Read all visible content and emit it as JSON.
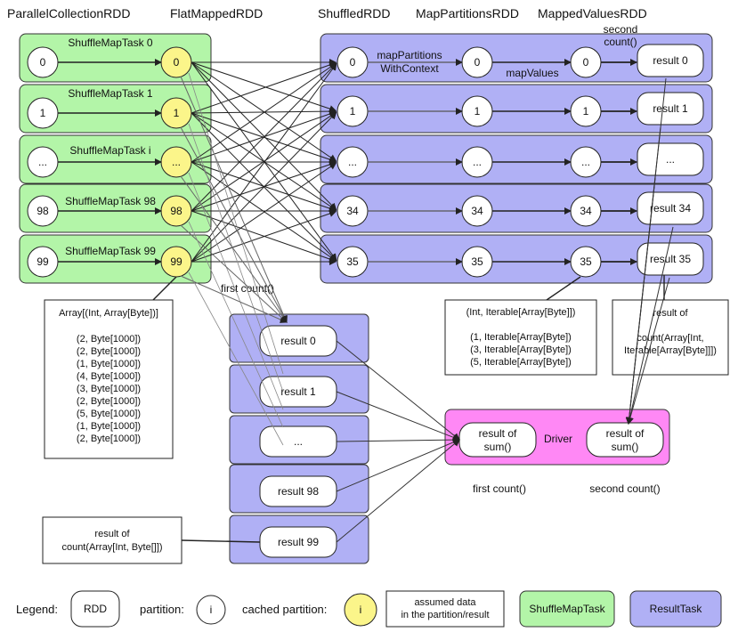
{
  "headers": {
    "parallel": "ParallelCollectionRDD",
    "flatmapped": "FlatMappedRDD",
    "shuffled": "ShuffledRDD",
    "mappartitions": "MapPartitionsRDD",
    "mappedvalues": "MappedValuesRDD"
  },
  "map_tasks": [
    {
      "label": "ShuffleMapTask 0",
      "partition": "0"
    },
    {
      "label": "ShuffleMapTask 1",
      "partition": "1"
    },
    {
      "label": "ShuffleMapTask i",
      "partition": "..."
    },
    {
      "label": "ShuffleMapTask 98",
      "partition": "98"
    },
    {
      "label": "ShuffleMapTask 99",
      "partition": "99"
    }
  ],
  "reduce_partitions": [
    "0",
    "1",
    "...",
    "34",
    "35"
  ],
  "second_results": [
    "result 0",
    "result 1",
    "...",
    "result 34",
    "result 35"
  ],
  "edge_labels": {
    "map_partitions_1": "mapPartitions",
    "map_partitions_2": "WithContext",
    "map_values": "mapValues",
    "second_count_1": "second",
    "second_count_2": "count()",
    "first_count": "first count()"
  },
  "first_results": [
    "result 0",
    "result 1",
    "...",
    "result 98",
    "result 99"
  ],
  "notes": {
    "array_data": [
      "Array[(Int, Array[Byte])]",
      "(2, Byte[1000])",
      "(2, Byte[1000])",
      "(1, Byte[1000])",
      "(4, Byte[1000])",
      "(3, Byte[1000])",
      "(2, Byte[1000])",
      "(5, Byte[1000])",
      "(1, Byte[1000])",
      "(2, Byte[1000])"
    ],
    "iterable_data": [
      "(Int, Iterable[Array[Byte]])",
      "(1, Iterable[Array[Byte])",
      "(3, Iterable[Array[Byte])",
      "(5, Iterable[Array[Byte])"
    ],
    "second_result_note": [
      "result of",
      "count(Array[Int,",
      "Iterable[Array[Byte]]])"
    ],
    "first_result_note": [
      "result of",
      "count(Array[Int, Byte[]])"
    ]
  },
  "driver": {
    "label": "Driver",
    "first_sum": [
      "result of",
      "sum()"
    ],
    "second_sum": [
      "result of",
      "sum()"
    ],
    "first_caption": "first count()",
    "second_caption": "second count()"
  },
  "legend": {
    "title": "Legend:",
    "rdd": "RDD",
    "partition_label": "partition:",
    "partition_glyph": "i",
    "cached_label": "cached partition:",
    "cached_glyph": "i",
    "assumed_1": "assumed data",
    "assumed_2": "in the partition/result",
    "shufflemaptask": "ShuffleMapTask",
    "resulttask": "ResultTask"
  },
  "colors": {
    "shufflemaptask": "#b3f5a8",
    "resulttask": "#b0b0f5",
    "driver": "#ff88f5",
    "cached": "#fbf58a"
  }
}
